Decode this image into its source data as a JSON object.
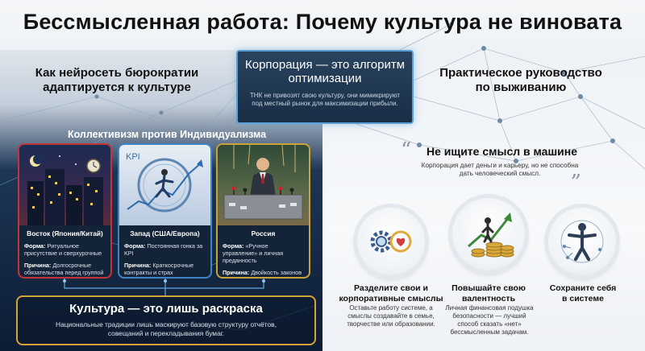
{
  "title": "Бессмысленная работа: Почему культура не виновата",
  "left_heading": "Как нейросеть бюрократии адаптируется к культуре",
  "right_heading": "Практическое руководство по выживанию",
  "corp": {
    "title": "Корпорация — это алгоритм оптимизации",
    "text": "ТНК не привозят свою культуру, они мимикрируют под местный рынок для максимизации прибыли."
  },
  "collectivism_title": "Коллективизм против Индивидуализма",
  "cards": [
    {
      "name": "Восток (Япония/Китай)",
      "form_label": "Форма:",
      "form": "Ритуальное присутствие и сверхурочные",
      "reason_label": "Причина:",
      "reason": "Долгосрочные обязательства перед группой"
    },
    {
      "name": "Запад (США/Европа)",
      "form_label": "Форма:",
      "form": "Постоянная гонка за KPI",
      "reason_label": "Причина:",
      "reason": "Краткосрочные контракты и страх увольнения"
    },
    {
      "name": "Россия",
      "form_label": "Форма:",
      "form": "«Ручное управление» и личная преданность",
      "reason_label": "Причина:",
      "reason": "Двойкость законов и решающее значение связей"
    }
  ],
  "culture": {
    "title": "Культура — это лишь раскраска",
    "text": "Национальные традиции лишь маскируют базовую структуру отчётов, совещаний и перекладывания бумаг."
  },
  "machine": {
    "title": "Не ищите смысл в машине",
    "text": "Корпорация дает деньги и карьеру, но не способна дать человеческий смысл."
  },
  "tips": [
    {
      "title": "Разделите свои и корпоративные смыслы",
      "text": "Оставьте работу системе, а смыслы создавайте в семье, творчестве или образовании."
    },
    {
      "title": "Повышайте свою валентность",
      "text": "Личная финансовая подушка безопасности — лучший способ сказать «нет» бессмысленным задачам."
    },
    {
      "title": "Сохраните себя в системе",
      "text": ""
    }
  ],
  "kpi_label": "KPI",
  "colors": {
    "east": "#c0343a",
    "west": "#3d86c6",
    "russia": "#c9a23a",
    "culture_border": "#d6a338",
    "corp_border": "#5aa0d8"
  }
}
